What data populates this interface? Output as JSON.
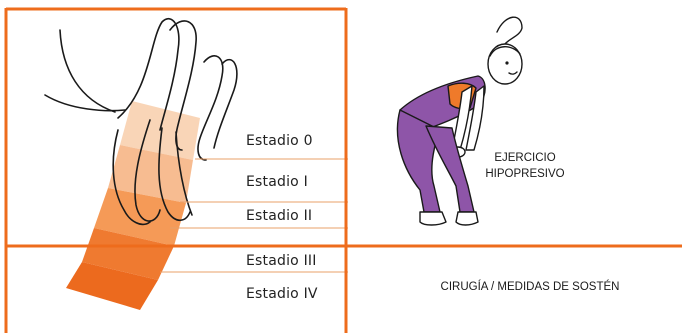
{
  "stages": [
    {
      "label": "Estadio 0"
    },
    {
      "label": "Estadio I"
    },
    {
      "label": "Estadio II"
    },
    {
      "label": "Estadio III"
    },
    {
      "label": "Estadio IV"
    }
  ],
  "treatments": {
    "exercise": {
      "line1": "EJERCICIO",
      "line2": "HIPOPRESIVO"
    },
    "surgery": "CIRUGÍA / MEDIDAS DE SOSTÉN"
  },
  "colors": {
    "frame": "#ee6c1c",
    "band_light": "#f7c79f",
    "band_mid": "#f5a66a",
    "band_dark": "#ef7a30",
    "band_deep": "#ec6a1e",
    "outline": "#1a1a1a",
    "top_purple": "#8e55a8",
    "bra_orange": "#ef7a2a"
  },
  "icons": [
    "pelvic-anatomy-illustration",
    "woman-exercise-figure"
  ]
}
